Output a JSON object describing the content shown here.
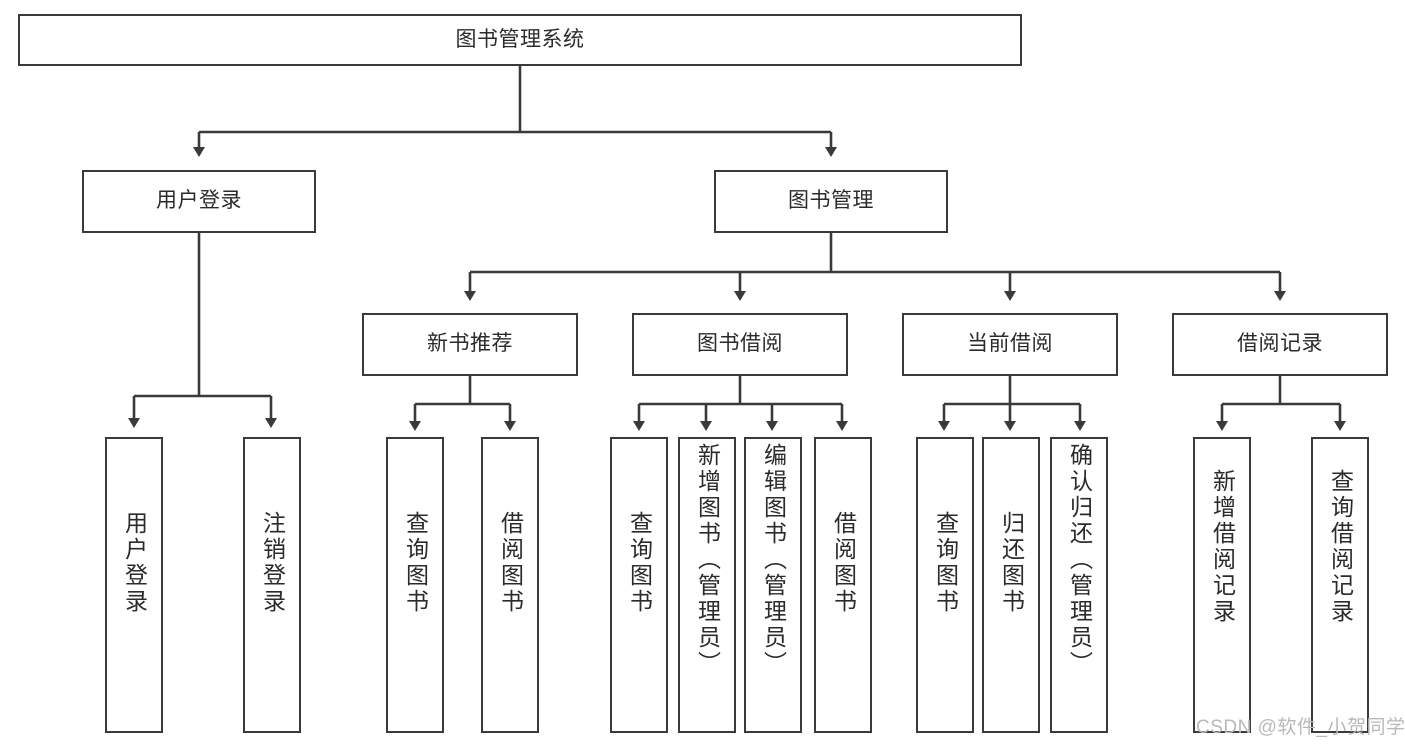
{
  "diagram": {
    "type": "tree-hierarchy",
    "title": "图书管理系统",
    "root": {
      "id": "root",
      "label": "图书管理系统"
    },
    "level2": [
      {
        "id": "user-login",
        "label": "用户登录"
      },
      {
        "id": "book-management",
        "label": "图书管理"
      }
    ],
    "level3": [
      {
        "id": "new-book-recommend",
        "label": "新书推荐",
        "parent": "book-management"
      },
      {
        "id": "book-borrow",
        "label": "图书借阅",
        "parent": "book-management"
      },
      {
        "id": "current-borrow",
        "label": "当前借阅",
        "parent": "book-management"
      },
      {
        "id": "borrow-record",
        "label": "借阅记录",
        "parent": "book-management"
      }
    ],
    "leaves": [
      {
        "id": "leaf-user-login",
        "label": "用户登录",
        "parent": "user-login"
      },
      {
        "id": "leaf-logout",
        "label": "注销登录",
        "parent": "user-login"
      },
      {
        "id": "leaf-query-book-1",
        "label": "查询图书",
        "parent": "new-book-recommend"
      },
      {
        "id": "leaf-borrow-book-1",
        "label": "借阅图书",
        "parent": "new-book-recommend"
      },
      {
        "id": "leaf-query-book-2",
        "label": "查询图书",
        "parent": "book-borrow"
      },
      {
        "id": "leaf-add-book",
        "label": "新增图书（管理员）",
        "parent": "book-borrow"
      },
      {
        "id": "leaf-edit-book",
        "label": "编辑图书（管理员）",
        "parent": "book-borrow"
      },
      {
        "id": "leaf-borrow-book-2",
        "label": "借阅图书",
        "parent": "book-borrow"
      },
      {
        "id": "leaf-query-book-3",
        "label": "查询图书",
        "parent": "current-borrow"
      },
      {
        "id": "leaf-return-book",
        "label": "归还图书",
        "parent": "current-borrow"
      },
      {
        "id": "leaf-confirm-return",
        "label": "确认归还（管理员）",
        "parent": "current-borrow"
      },
      {
        "id": "leaf-add-record",
        "label": "新增借阅记录",
        "parent": "borrow-record"
      },
      {
        "id": "leaf-query-record",
        "label": "查询借阅记录",
        "parent": "borrow-record"
      }
    ],
    "colors": {
      "box_border": "#3a3a3a",
      "box_fill": "#ffffff",
      "connector": "#3a3a3a",
      "text": "#2b2b2b",
      "watermark": "#b9b9b9",
      "background": "#ffffff"
    }
  },
  "watermark": {
    "text": "CSDN @软件_小贺同学"
  }
}
